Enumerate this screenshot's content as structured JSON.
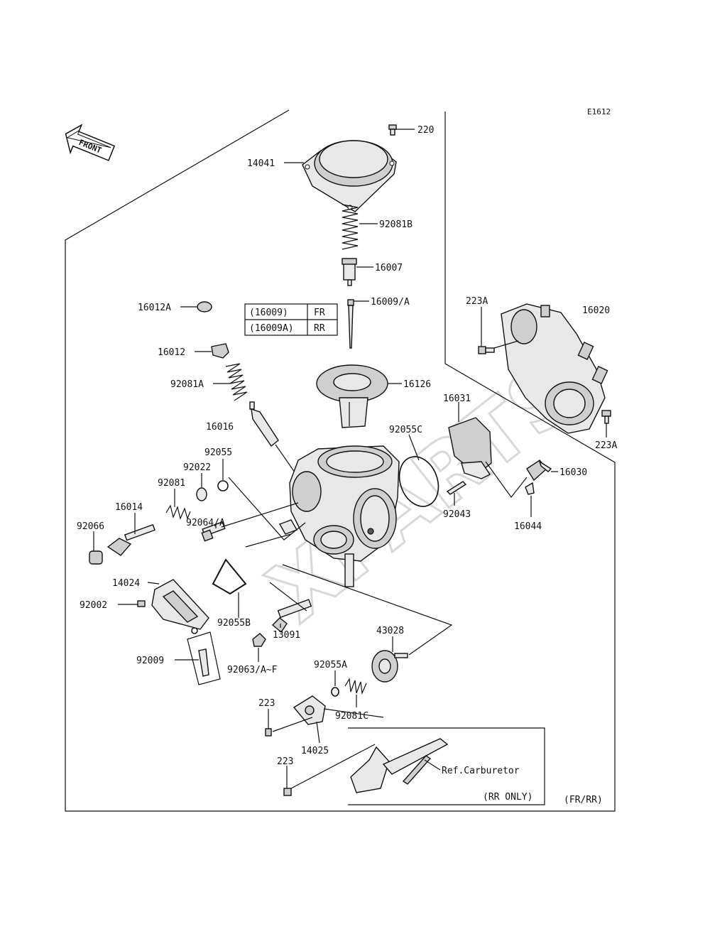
{
  "diagram_code": "E1612",
  "front_label": "FRONT",
  "watermark": "XPARTS",
  "callouts": {
    "p220": "220",
    "p14041": "14041",
    "p92081B": "92081B",
    "p16007": "16007",
    "p16009A": "16009/A",
    "p16012A": "16012A",
    "p16012": "16012",
    "p92081A": "92081A",
    "p16126": "16126",
    "p16016": "16016",
    "p92055": "92055",
    "p92022": "92022",
    "p92081": "92081",
    "p16014": "16014",
    "p92066": "92066",
    "p92064A": "92064/A",
    "p92055C": "92055C",
    "p16031": "16031",
    "p16030": "16030",
    "p92043": "92043",
    "p16044": "16044",
    "p223A_top": "223A",
    "p16020": "16020",
    "p223A_bottom": "223A",
    "p14024": "14024",
    "p92002": "92002",
    "p92055B": "92055B",
    "p92009": "92009",
    "p13091": "13091",
    "p92063": "92063/A~F",
    "p43028": "43028",
    "p92055A": "92055A",
    "p92081C": "92081C",
    "p223_a": "223",
    "p14025": "14025",
    "p223_b": "223"
  },
  "variant_table": [
    {
      "part": "(16009)",
      "region": "FR"
    },
    {
      "part": "(16009A)",
      "region": "RR"
    }
  ],
  "ref_carburetor": "Ref.Carburetor",
  "rr_only": "(RR ONLY)",
  "fr_rr": "(FR/RR)"
}
